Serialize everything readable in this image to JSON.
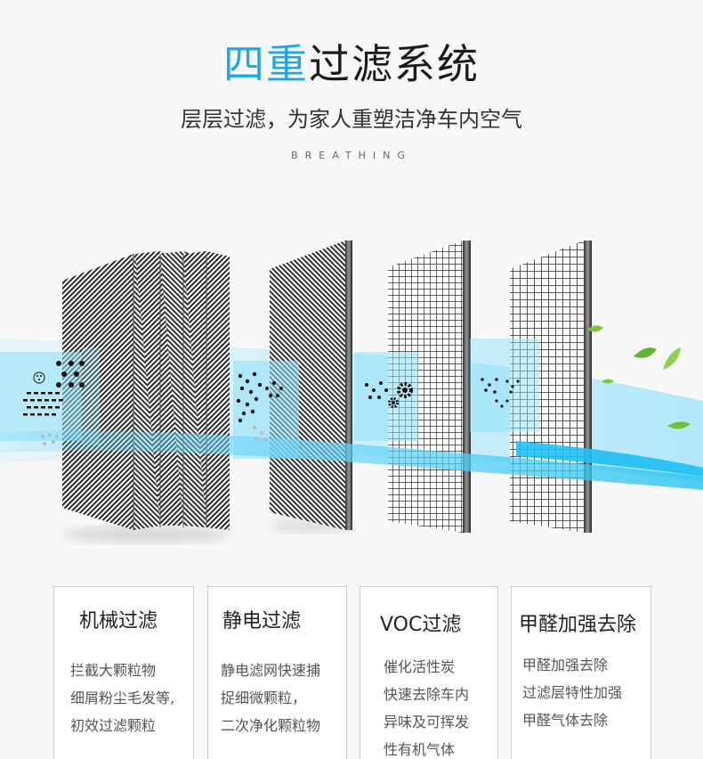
{
  "header": {
    "title_accent": "四重",
    "title_rest": "过滤系统",
    "subtitle": "层层过滤，为家人重塑洁净车内空气",
    "tagline": "BREATHING"
  },
  "colors": {
    "accent": "#1aa9e8",
    "airflow": "#5fd3f7",
    "leaf": "#7cc83a"
  },
  "icons": [
    "gear-icon",
    "leaf-icon",
    "particle-icon"
  ],
  "cards": [
    {
      "title": "机械过滤",
      "lines": [
        "拦截大颗粒物",
        "细屑粉尘毛发等,",
        "初效过滤颗粒"
      ]
    },
    {
      "title": "静电过滤",
      "lines": [
        "静电滤网快速捕",
        "捉细微颗粒，",
        "二次净化颗粒物"
      ]
    },
    {
      "title": "VOC过滤",
      "lines": [
        "催化活性炭",
        "快速去除车内",
        "异味及可挥发",
        "性有机气体"
      ]
    },
    {
      "title": "甲醛加强去除",
      "lines": [
        "甲醛加强去除",
        "过滤层特性加强",
        "甲醛气体去除"
      ]
    }
  ]
}
